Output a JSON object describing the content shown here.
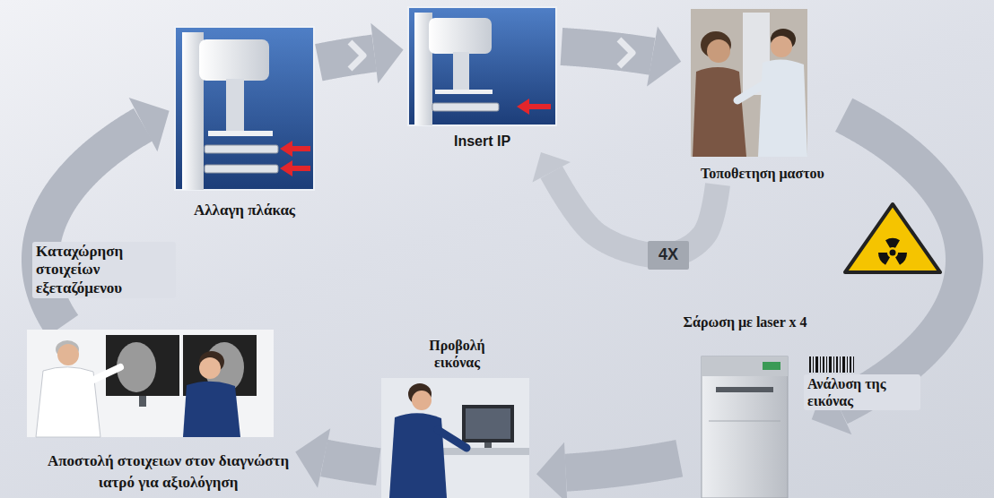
{
  "diagram": {
    "nodes": [
      {
        "text": [
          "Αλλαγη πλάκας"
        ]
      },
      {
        "text": [
          "Insert IP"
        ]
      },
      {
        "text": [
          "Τοποθετηση μαστου"
        ]
      },
      {
        "text": [
          "Σάρωση με laser x 4"
        ]
      },
      {
        "text": [
          "Προβολή εικόνας"
        ]
      },
      {
        "text": [
          "Αποστολή στοιχειων στον διαγνώστη ιατρό για αξιολόγηση"
        ]
      }
    ],
    "edges": [
      {
        "from": 0,
        "to": 1,
        "arrow": "to"
      },
      {
        "from": 1,
        "to": 2,
        "arrow": "to"
      },
      {
        "from": 2,
        "to": 3,
        "arrow": "to"
      },
      {
        "from": 3,
        "to": 4,
        "arrow": "to"
      },
      {
        "from": 4,
        "to": 5,
        "arrow": "to"
      },
      {
        "from": 5,
        "to": 0,
        "arrow": "to"
      },
      {
        "from": 2,
        "to": 1,
        "label": "4X",
        "arrow": "to"
      }
    ],
    "labels": [
      "Καταχώρηση στοιχείων εξεταζόμενου",
      "Ανάλυση της εικόνας"
    ]
  }
}
